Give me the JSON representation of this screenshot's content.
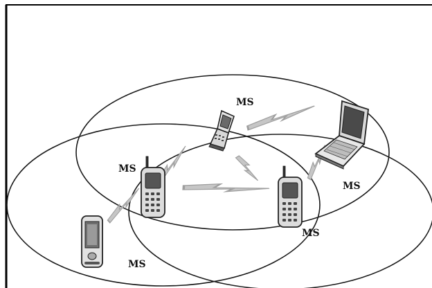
{
  "labels": {
    "top": "MS",
    "left": "MS",
    "right": "MS",
    "center": "MS",
    "bottom": "MS"
  },
  "colors": {
    "frame": "#000000",
    "ellipse": "#1a1a1a",
    "link": "#bdbdbd",
    "link_stroke": "#9a9a9a",
    "device_fill": "#e6e6e6",
    "device_dark": "#3a3a3a"
  },
  "devices": [
    {
      "kind": "flip-phone",
      "label_key": "top"
    },
    {
      "kind": "laptop",
      "label_key": "right"
    },
    {
      "kind": "mobile-phone",
      "label_key": "left"
    },
    {
      "kind": "mobile-phone",
      "label_key": "center"
    },
    {
      "kind": "pda",
      "label_key": "bottom"
    }
  ]
}
